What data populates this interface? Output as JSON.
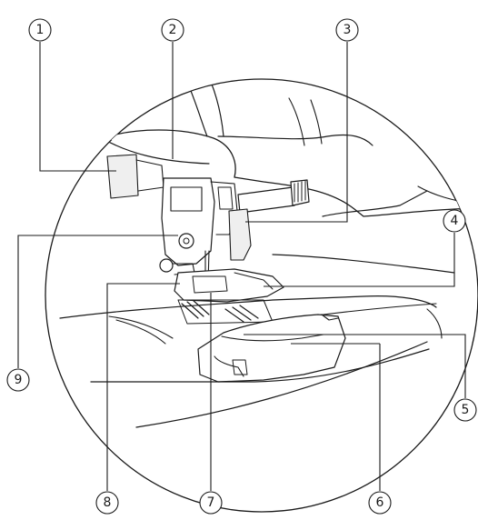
{
  "callouts": [
    {
      "id": 1,
      "label": "1"
    },
    {
      "id": 2,
      "label": "2"
    },
    {
      "id": 3,
      "label": "3"
    },
    {
      "id": 4,
      "label": "4"
    },
    {
      "id": 5,
      "label": "5"
    },
    {
      "id": 6,
      "label": "6"
    },
    {
      "id": 7,
      "label": "7"
    },
    {
      "id": 8,
      "label": "8"
    },
    {
      "id": 9,
      "label": "9"
    }
  ],
  "colors": {
    "line": "#1a1a1a",
    "background": "#ffffff",
    "shade": "#efefef"
  }
}
